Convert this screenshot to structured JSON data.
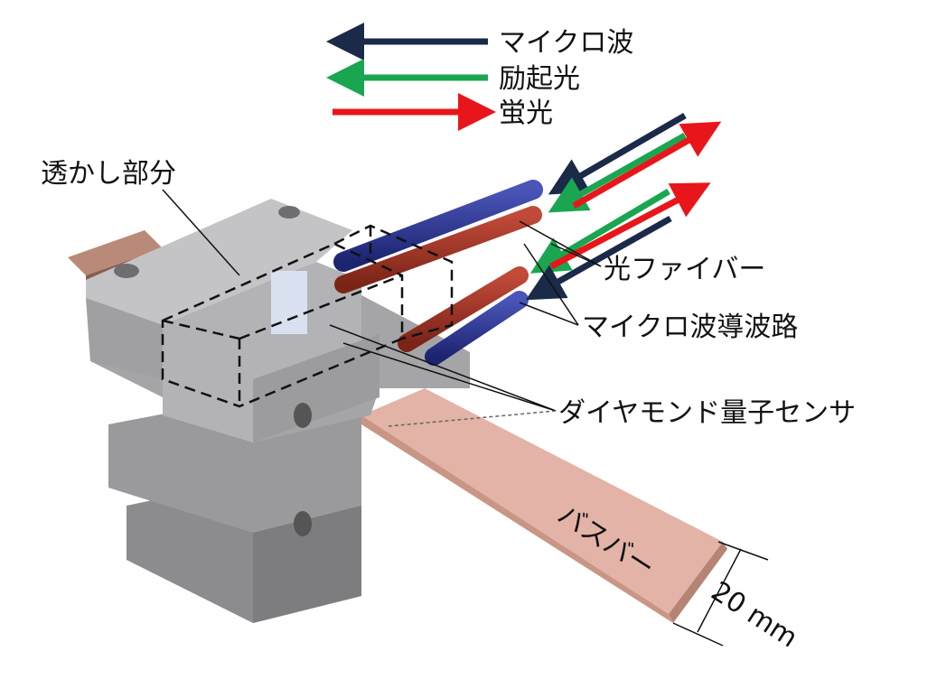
{
  "legend": {
    "microwave": "マイクロ波",
    "excitation_light": "励起光",
    "fluorescence": "蛍光"
  },
  "labels": {
    "transparent_part": "透かし部分",
    "optical_fiber": "光ファイバー",
    "microwave_waveguide": "マイクロ波導波路",
    "diamond_sensor": "ダイヤモンド量子センサ",
    "busbar": "バスバー",
    "width": "20 mm"
  },
  "colors": {
    "microwave": "#1a2a48",
    "excitation": "#1aa650",
    "fluorescence": "#e8161b",
    "busbar": "#e2b3a6",
    "block": "#a9a9ab"
  }
}
